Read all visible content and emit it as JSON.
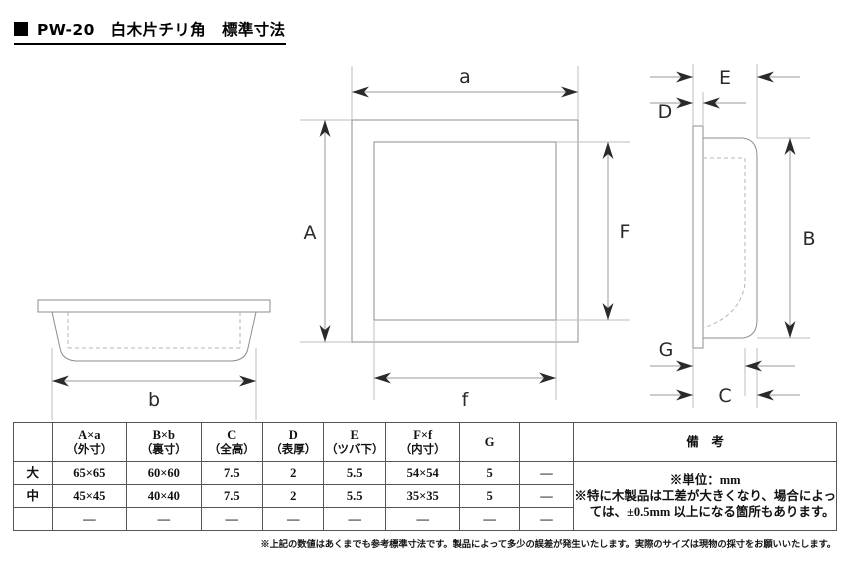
{
  "title": {
    "bullet": "black-square",
    "text": "PW-20　白木片チリ角　標準寸法"
  },
  "drawing": {
    "dimension_labels": {
      "a": "a",
      "A": "A",
      "b": "b",
      "B": "B",
      "C": "C",
      "D": "D",
      "E": "E",
      "f": "f",
      "F": "F",
      "G": "G"
    },
    "views": {
      "section_view": "side cross-section (top-left)",
      "front_view": "front square view (center)",
      "profile_view": "right side profile view"
    }
  },
  "table": {
    "headers": [
      {
        "line1": "",
        "line2": ""
      },
      {
        "line1": "A×a",
        "line2": "（外寸）"
      },
      {
        "line1": "B×b",
        "line2": "（裏寸）"
      },
      {
        "line1": "C",
        "line2": "（全高）"
      },
      {
        "line1": "D",
        "line2": "（表厚）"
      },
      {
        "line1": "E",
        "line2": "（ツバ下）"
      },
      {
        "line1": "F×f",
        "line2": "（内寸）"
      },
      {
        "line1": "G",
        "line2": ""
      },
      {
        "line1": "",
        "line2": ""
      },
      {
        "line1": "備　考",
        "line2": ""
      }
    ],
    "rows": [
      {
        "label": "大",
        "values": [
          "65×65",
          "60×60",
          "7.5",
          "2",
          "5.5",
          "54×54",
          "5",
          "―"
        ]
      },
      {
        "label": "中",
        "values": [
          "45×45",
          "40×40",
          "7.5",
          "2",
          "5.5",
          "35×35",
          "5",
          "―"
        ]
      },
      {
        "label": "",
        "values": [
          "―",
          "―",
          "―",
          "―",
          "―",
          "―",
          "―",
          "―"
        ]
      }
    ],
    "remarks": [
      "※単位：mm",
      "※特に木製品は工差が大きくなり、場合によっ",
      "ては、±0.5mm 以上になる箇所もあります。"
    ]
  },
  "footnote": "※上記の数値はあくまでも参考標準寸法です。製品によって多少の誤差が発生いたします。実際のサイズは現物の採寸をお願いいたします。",
  "colors": {
    "line": "#9a9a9a",
    "arrow": "#2a2a2a",
    "text": "#111111",
    "border": "#555555"
  }
}
